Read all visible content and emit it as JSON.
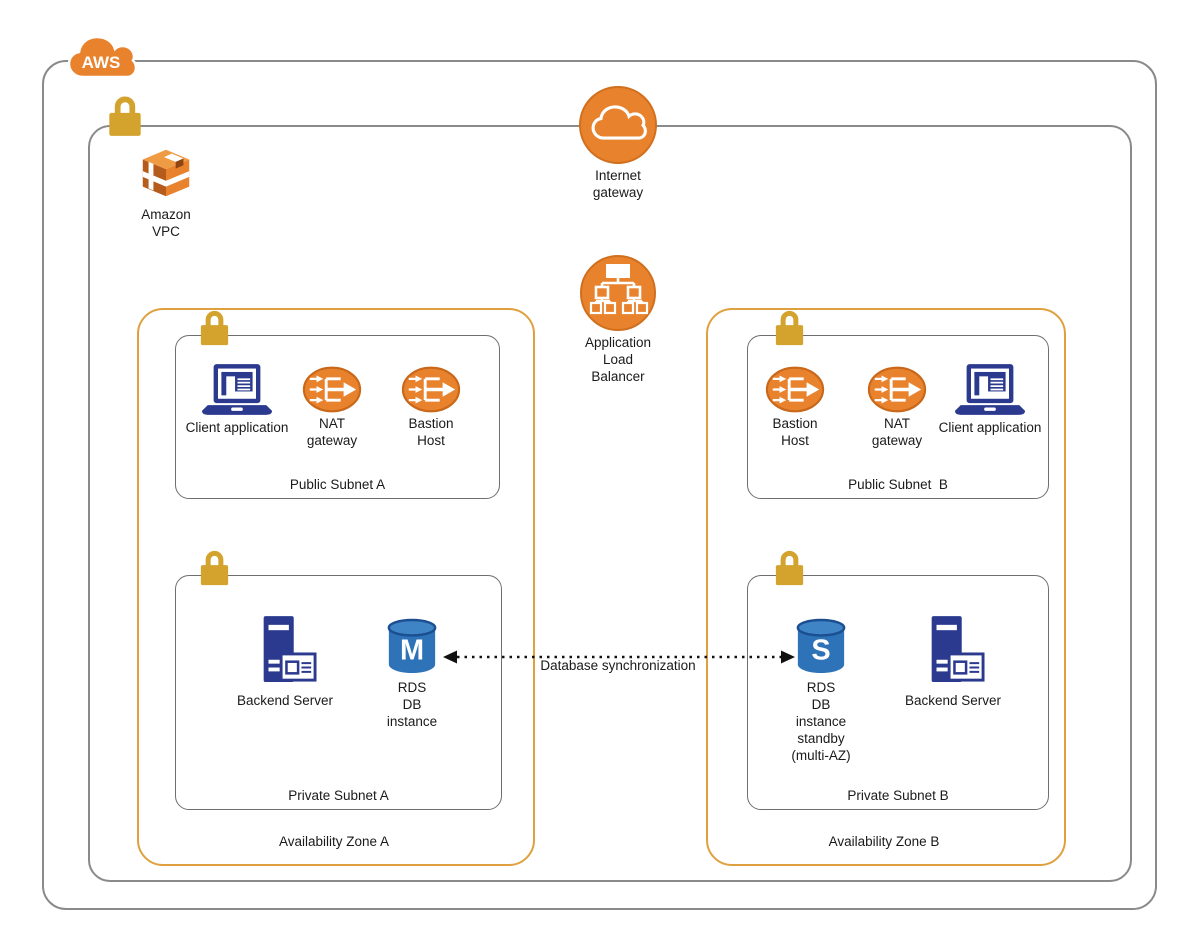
{
  "aws_cloud": {
    "label": "AWS"
  },
  "vpc": {
    "label": "Amazon\nVPC"
  },
  "internet_gateway": {
    "label": "Internet\ngateway"
  },
  "load_balancer": {
    "label": "Application\nLoad\nBalancer"
  },
  "sync": {
    "label": "Database synchronization"
  },
  "zones": [
    {
      "label": "Availability Zone A",
      "public_subnet": {
        "label": "Public Subnet A"
      },
      "private_subnet": {
        "label": "Private Subnet A"
      },
      "client_app": {
        "label": "Client application"
      },
      "nat": {
        "label": "NAT\ngateway"
      },
      "bastion": {
        "label": "Bastion\nHost"
      },
      "backend": {
        "label": "Backend Server"
      },
      "rds": {
        "label": "RDS\nDB\ninstance",
        "letter": "M"
      }
    },
    {
      "label": "Availability Zone B",
      "public_subnet": {
        "label": "Public Subnet  B"
      },
      "private_subnet": {
        "label": "Private Subnet B"
      },
      "client_app": {
        "label": "Client application"
      },
      "nat": {
        "label": "NAT\ngateway"
      },
      "bastion": {
        "label": "Bastion\nHost"
      },
      "backend": {
        "label": "Backend Server"
      },
      "rds": {
        "label": "RDS\nDB\ninstance\nstandby\n(multi-AZ)",
        "letter": "S"
      }
    }
  ],
  "colors": {
    "icon_orange": "#e8822c",
    "icon_orange_dark": "#c9681a",
    "lock_gold": "#d4a32e",
    "az_border": "#dfa140",
    "navy": "#2b3a8f",
    "rds_blue": "#2e73b8",
    "box_border": "#8a8a8a"
  }
}
